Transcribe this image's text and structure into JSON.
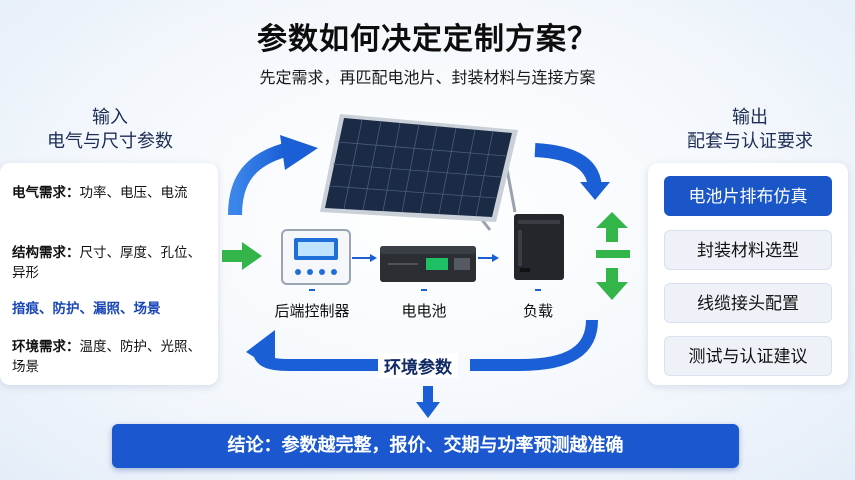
{
  "title": "参数如何决定定制方案？",
  "subtitle": "先定需求，再匹配电池片、封装材料与连接方案",
  "input": {
    "heading_line1": "输入",
    "heading_line2": "电气与尺寸参数",
    "items": [
      {
        "label": "电气需求：",
        "value": "功率、电压、电流"
      },
      {
        "label": "结构需求：",
        "value": "尺寸、厚度、孔位、异形"
      },
      {
        "label": "",
        "value": "揞痕、防护、漏照、场景"
      },
      {
        "label": "环境需求：",
        "value": "温度、防护、光照、场景"
      }
    ]
  },
  "output": {
    "heading_line1": "输出",
    "heading_line2": "配套与认证要求",
    "items": [
      {
        "label": "电池片排布仿真",
        "active": true
      },
      {
        "label": "封装材料选型",
        "active": false
      },
      {
        "label": "线缆接头配置",
        "active": false
      },
      {
        "label": "测试与认证建议",
        "active": false
      }
    ]
  },
  "devices": {
    "controller": "后端控制器",
    "battery": "电电池",
    "load": "负载"
  },
  "env_label": "环境参数",
  "conclusion": "结论：参数越完整，报价、交期与功率预测越准确",
  "colors": {
    "accent": "#1b58cf",
    "arrow_green": "#34b54a",
    "arrow_blue": "#1a5fd6"
  }
}
